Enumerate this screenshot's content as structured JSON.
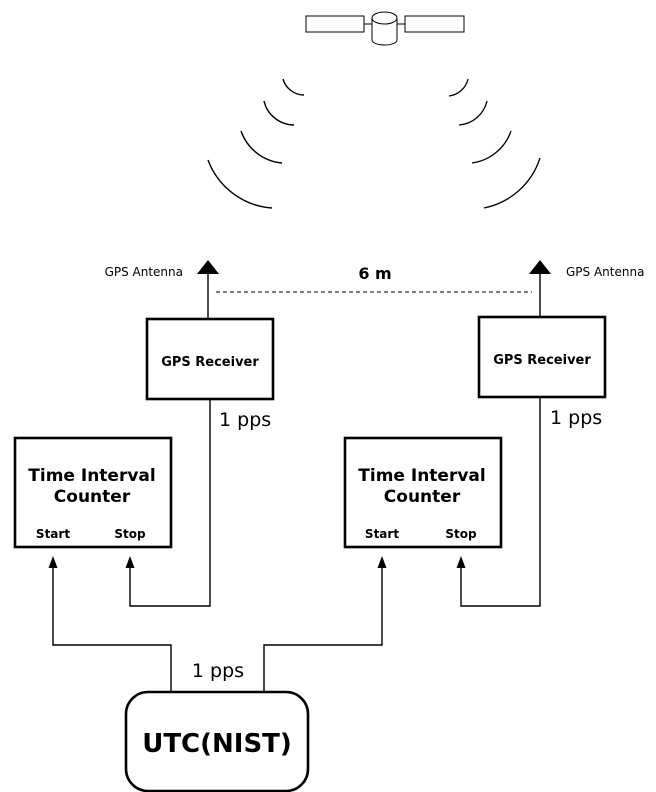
{
  "diagram": {
    "left": {
      "antenna_label": "GPS Antenna",
      "receiver_label": "GPS Receiver",
      "pps_label": "1 pps",
      "counter_label_line1": "Time Interval",
      "counter_label_line2": "Counter",
      "start_label": "Start",
      "stop_label": "Stop"
    },
    "right": {
      "antenna_label": "GPS Antenna",
      "receiver_label": "GPS Receiver",
      "pps_label": "1 pps",
      "counter_label_line1": "Time Interval",
      "counter_label_line2": "Counter",
      "start_label": "Start",
      "stop_label": "Stop"
    },
    "baseline_label": "6 m",
    "reference_pps_label": "1 pps",
    "reference_label": "UTC(NIST)"
  },
  "icons": {
    "satellite": "satellite-icon",
    "signal_left": "signal-waves-left-icon",
    "signal_right": "signal-waves-right-icon",
    "antenna": "antenna-icon"
  }
}
